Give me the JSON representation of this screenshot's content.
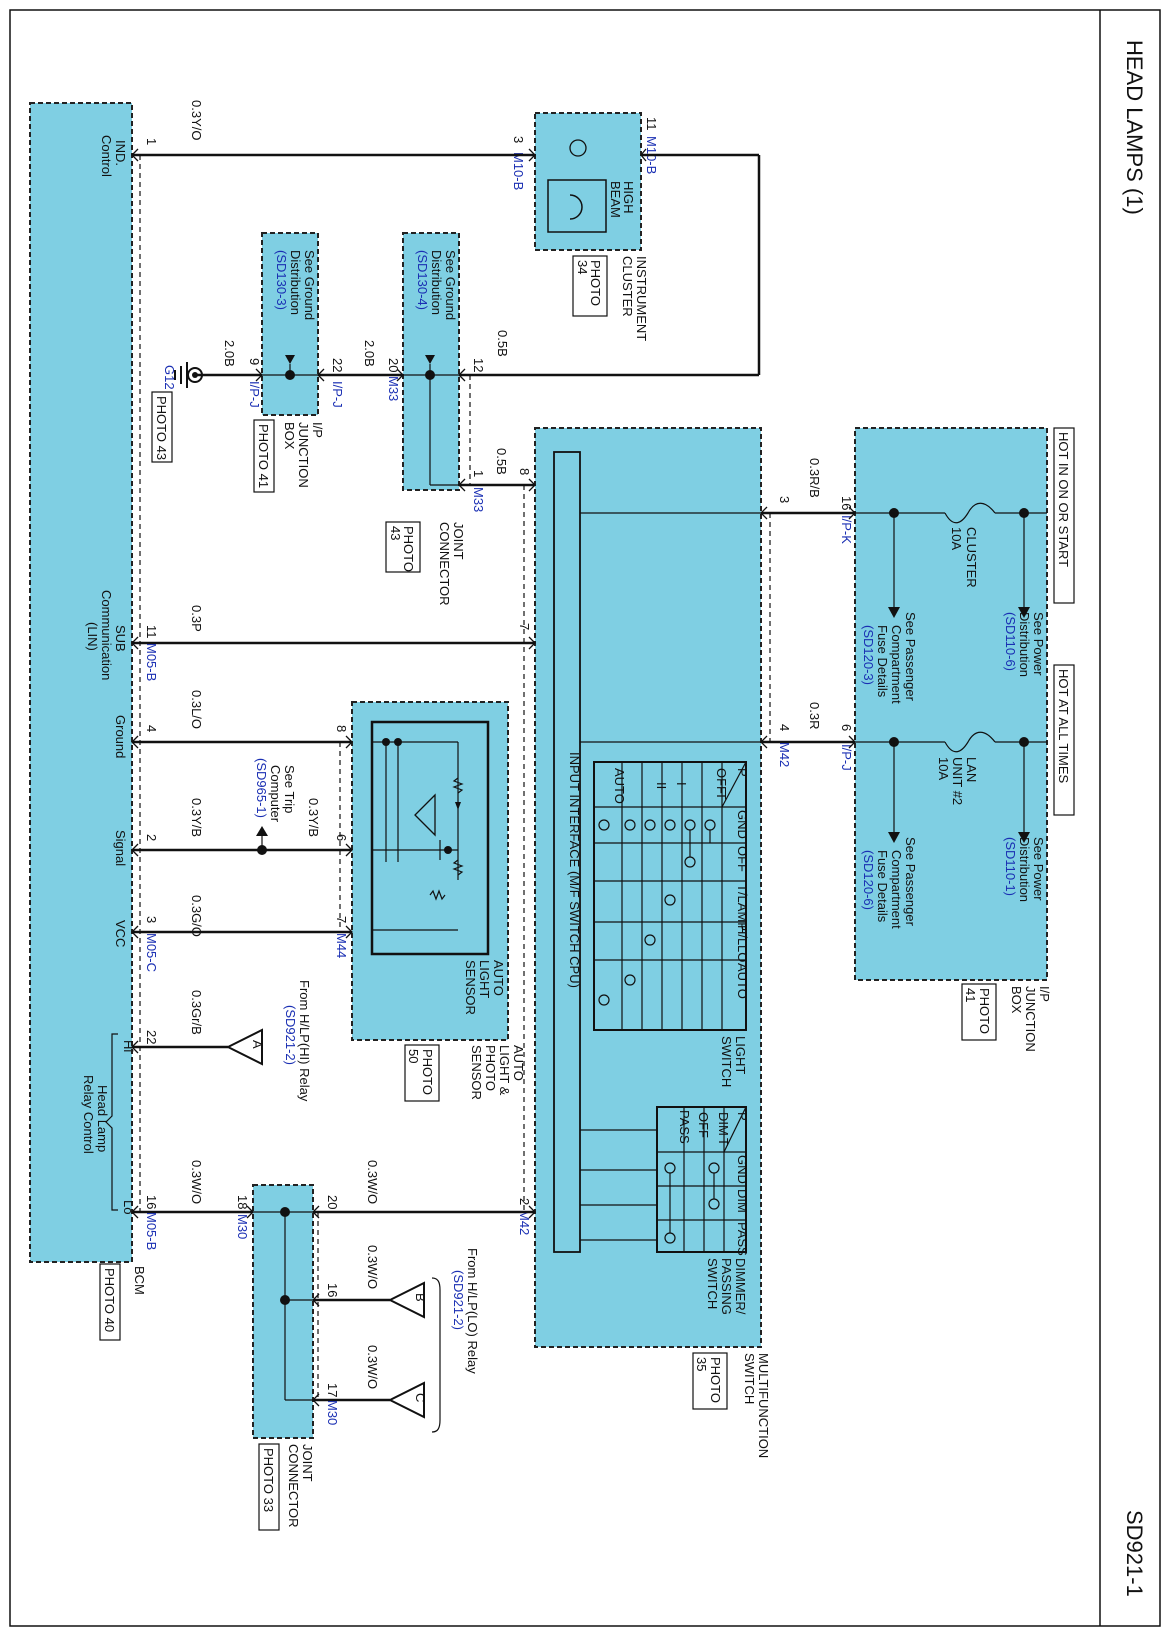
{
  "title": "HEAD LAMPS (1)",
  "page_code": "SD921-1",
  "hot_labels": {
    "ign": "HOT IN ON OR START",
    "always": "HOT AT ALL TIMES"
  },
  "ip_box": {
    "name": [
      "I/P",
      "JUNCTION",
      "BOX"
    ],
    "photo": [
      "PHOTO",
      "41"
    ]
  },
  "fuses": {
    "cluster": {
      "name": "CLUSTER",
      "rating": "10A"
    },
    "lan": {
      "name": [
        "LAN",
        "UNIT #2"
      ],
      "rating": "10A"
    }
  },
  "refs": {
    "power_1": [
      "See Power",
      "Distribution",
      "(SD110-6)"
    ],
    "pcomp_1": [
      "See Passenger",
      "Compartment",
      "Fuse Details",
      "(SD120-3)"
    ],
    "power_2": [
      "See Power",
      "Distribution",
      "(SD110-1)"
    ],
    "pcomp_2": [
      "See Passenger",
      "Compartment",
      "Fuse Details",
      "(SD120-6)"
    ],
    "ground_a": [
      "See Ground",
      "Distribution",
      "(SD130-4)"
    ],
    "ground_b": [
      "See Ground",
      "Distribution",
      "(SD130-3)"
    ],
    "trip": [
      "See Trip",
      "Computer",
      "(SD965-1)"
    ],
    "relay_hi": [
      "From H/LP(HI) Relay",
      "(SD921-2)"
    ],
    "relay_lo": [
      "From H/LP(LO) Relay",
      "(SD921-2)"
    ]
  },
  "cluster": {
    "name": [
      "INSTRUMENT",
      "CLUSTER"
    ],
    "photo": [
      "PHOTO",
      "34"
    ],
    "beam": [
      "HIGH",
      "BEAM"
    ]
  },
  "multifunction": {
    "name": [
      "MULTIFUNCTION",
      "SWITCH"
    ],
    "photo": [
      "PHOTO",
      "35"
    ],
    "interface": "INPUT INTERFACE (M/F SWITCH CPU)"
  },
  "light_switch": {
    "name": [
      "LIGHT",
      "SWITCH"
    ],
    "headers": [
      "P",
      "T",
      "GND",
      "OFF",
      "T/LAMP",
      "H/L",
      "LO",
      "AUTO"
    ],
    "rows": [
      "OFF",
      "I",
      "II",
      "AUTO"
    ]
  },
  "dimmer_switch": {
    "name": [
      "DIMMER/",
      "PASSING",
      "SWITCH"
    ],
    "headers": [
      "P",
      "T",
      "GND",
      "DIM",
      "PASS"
    ],
    "rows": [
      "DIM",
      "OFF",
      "PASS"
    ]
  },
  "joint_m33": {
    "name": [
      "JOINT",
      "CONNECTOR"
    ],
    "photo": [
      "PHOTO",
      "43"
    ]
  },
  "ipj_box": {
    "name": [
      "I/P",
      "JUNCTION",
      "BOX"
    ],
    "photo": [
      "PHOTO 41"
    ]
  },
  "ground": {
    "id": "G12",
    "photo": "PHOTO 43"
  },
  "sensor": {
    "name": [
      "AUTO",
      "LIGHT",
      "SENSOR"
    ],
    "outer": [
      "AUTO",
      "LIGHT &",
      "PHOTO",
      "SENSOR"
    ],
    "photo": [
      "PHOTO",
      "50"
    ]
  },
  "bcm": {
    "name": "BCM",
    "photo": "PHOTO 40",
    "pins": {
      "ind": [
        "IND.",
        "Control"
      ],
      "sub": [
        "SUB",
        "Communication",
        "(LIN)"
      ],
      "ground": "Ground",
      "signal": "Signal",
      "vcc": "VCC",
      "hi": "Hi",
      "lo": "Lo",
      "relay": [
        "Head Lamp",
        "Relay Control"
      ]
    }
  },
  "joint_m30": {
    "name": [
      "JOINT",
      "CONNECTOR"
    ],
    "photo": "PHOTO 33"
  },
  "wires": {
    "w1": "0.3Y/O",
    "w2": "0.5B",
    "w3": "0.5B",
    "w4": "2.0B",
    "w5": "2.0B",
    "w6": "0.3R/B",
    "w7": "0.3R",
    "w8": "0.3P",
    "w9": "0.3L/O",
    "w10": "0.3Y/B",
    "w11": "0.3Y/B",
    "w12": "0.3G/O",
    "w13": "0.3Gr/B",
    "w14": "0.3W/O",
    "w15": "0.3W/O",
    "w16": "0.3W/O",
    "w17": "0.3W/O"
  },
  "pins": {
    "p1": "1",
    "p3": "3",
    "p11": "11",
    "p12": "12",
    "p20": "20",
    "p22": "22",
    "p9": "9",
    "p1b": "1",
    "p8": "8",
    "p16": "16",
    "p3b": "3",
    "p6": "6",
    "p4": "4",
    "p7": "7",
    "p11b": "11",
    "p4b": "4",
    "p8b": "8",
    "p2": "2",
    "p6b": "6",
    "p3c": "3",
    "p7b": "7",
    "p22b": "22",
    "p16b": "16",
    "p18": "18",
    "p20b": "20",
    "p2b": "2",
    "p16c": "16",
    "p17": "17"
  },
  "connectors": {
    "m10b_a": "M10-B",
    "m10b_b": "M10-B",
    "m33_a": "M33",
    "m33_b": "M33",
    "ipj_a": "I/P-J",
    "ipj_b": "I/P-J",
    "ipk": "I/P-K",
    "ipj_c": "I/P-J",
    "m42_a": "M42",
    "m42_b": "M42",
    "m05b_a": "M05-B",
    "m05c": "M05-C",
    "m05b_b": "M05-B",
    "m44": "M44",
    "m30_a": "M30",
    "m30_b": "M30"
  },
  "triangles": {
    "a": "A",
    "b": "B",
    "c": "C"
  }
}
